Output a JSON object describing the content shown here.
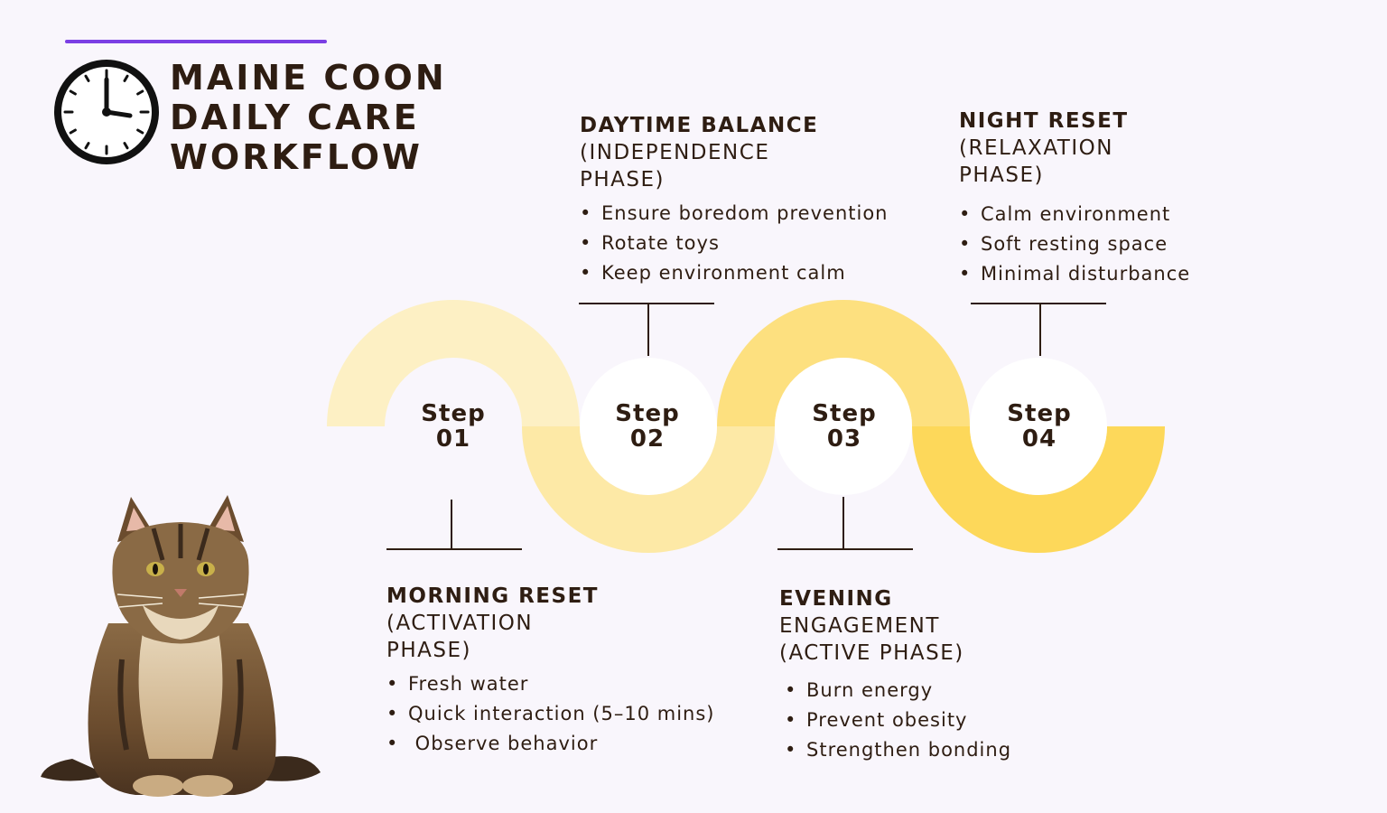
{
  "title": {
    "lines": [
      "MAINE COON",
      "DAILY CARE",
      "WORKFLOW"
    ]
  },
  "colors": {
    "accent": "#7b3fe4",
    "text": "#2e1d12",
    "background": "#f9f6fc",
    "step1": "#fdf0c4",
    "step2": "#fde9a6",
    "step3": "#fde07f",
    "step4": "#fdd85a"
  },
  "steps": [
    {
      "word": "Step",
      "num": "01"
    },
    {
      "word": "Step",
      "num": "02"
    },
    {
      "word": "Step",
      "num": "03"
    },
    {
      "word": "Step",
      "num": "04"
    }
  ],
  "phases": [
    {
      "title": "MORNING RESET",
      "sub1": "(ACTIVATION",
      "sub2": "PHASE)",
      "items": [
        "Fresh water",
        "Quick interaction (5–10 mins)",
        " Observe behavior"
      ]
    },
    {
      "title": "DAYTIME BALANCE",
      "sub1": "(INDEPENDENCE",
      "sub2": "PHASE)",
      "items": [
        "Ensure boredom prevention",
        "Rotate toys",
        "Keep environment calm"
      ]
    },
    {
      "title": "EVENING",
      "sub1": "ENGAGEMENT",
      "sub2": "(ACTIVE PHASE)",
      "items": [
        "Burn energy",
        "Prevent obesity",
        "Strengthen bonding"
      ]
    },
    {
      "title": "NIGHT RESET",
      "sub1": "(RELAXATION",
      "sub2": "PHASE)",
      "items": [
        "Calm environment",
        "Soft resting space",
        "Minimal disturbance"
      ]
    }
  ]
}
